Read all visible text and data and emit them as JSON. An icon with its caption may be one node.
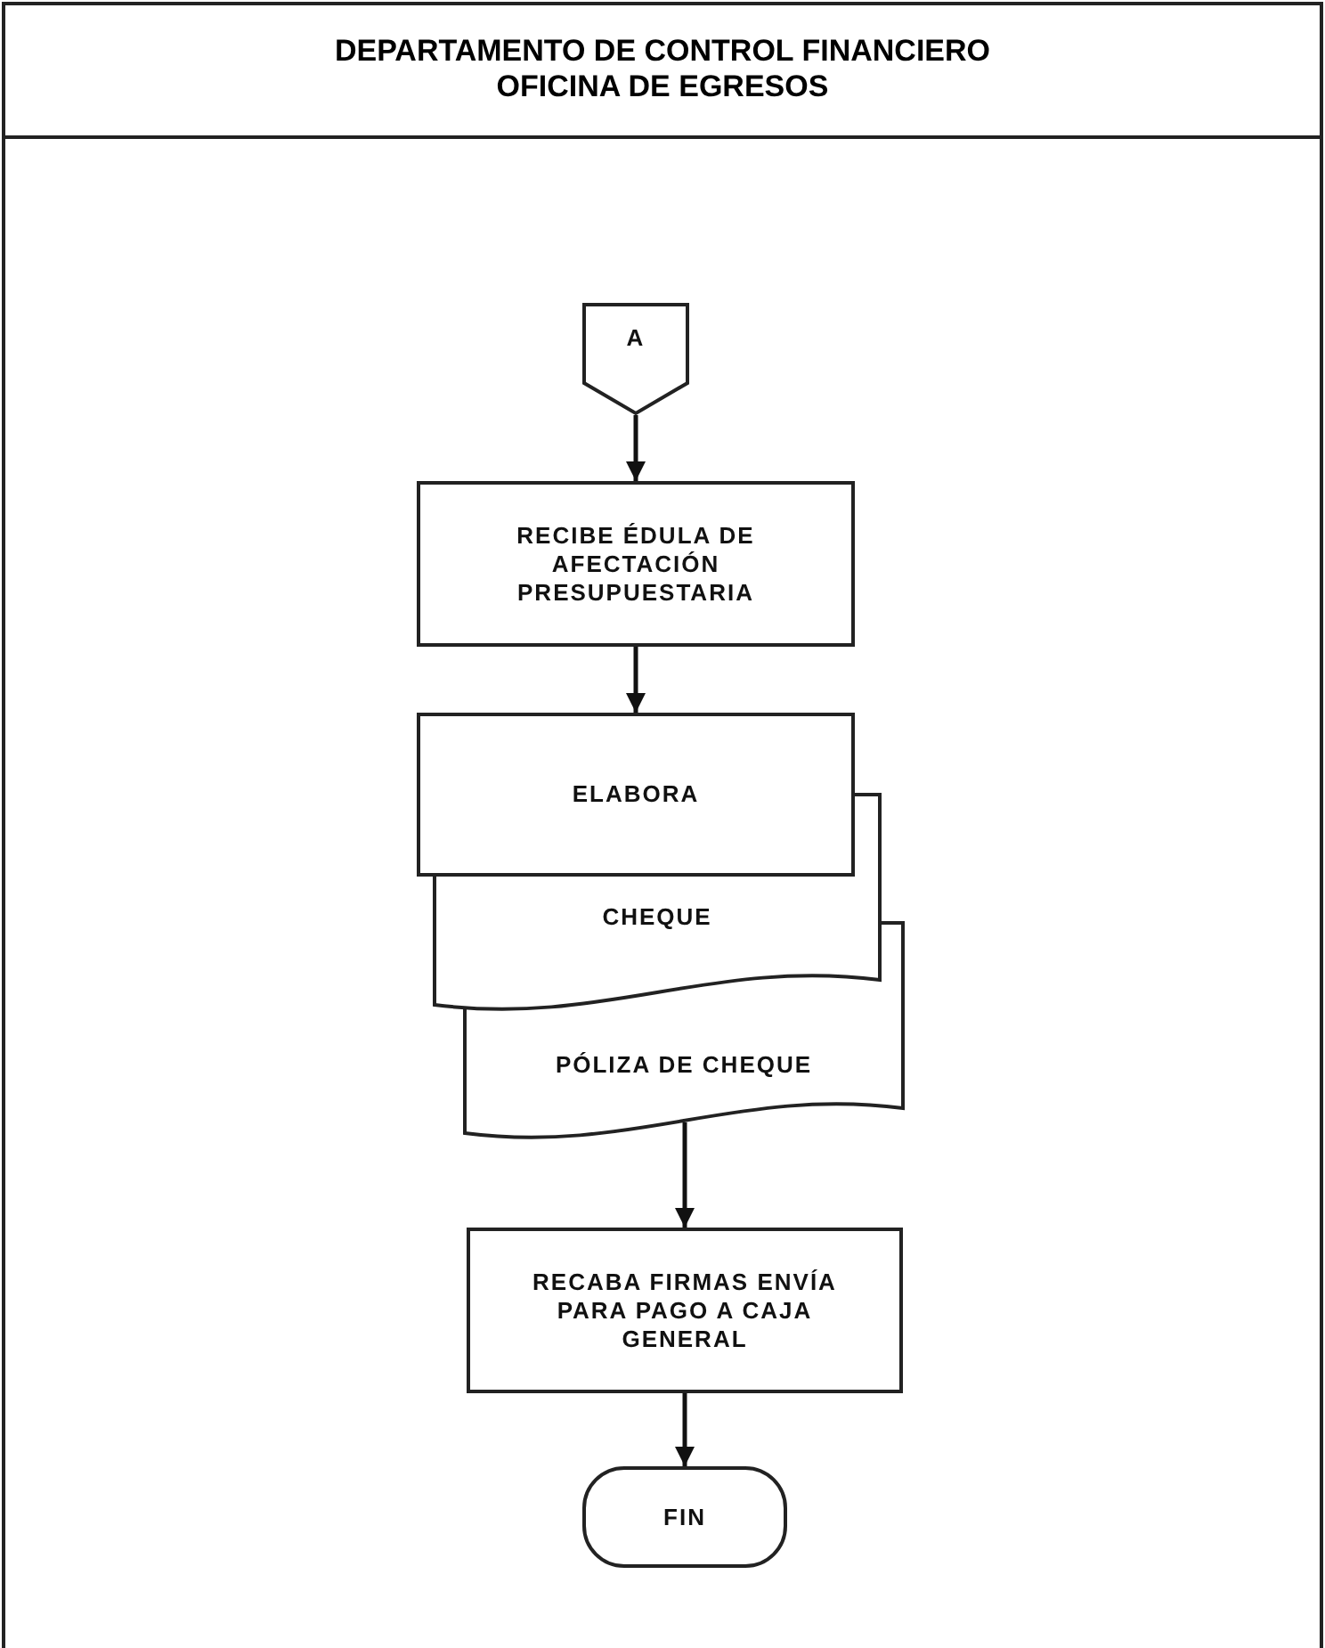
{
  "diagram": {
    "title": "DEPARTAMENTO DE CONTROL FINANCIERO OFICINA DE EGRESOS",
    "nodes": [
      {
        "text": [
          "A"
        ]
      },
      {
        "text": [
          "RECIBE ÉDULA DE AFECTACIÓN PRESUPUESTARIA"
        ]
      },
      {
        "text": [
          "ELABORA"
        ]
      },
      {
        "text": [
          "CHEQUE"
        ]
      },
      {
        "text": [
          "PÓLIZA DE CHEQUE"
        ]
      },
      {
        "text": [
          "RECABA FIRMAS ENVÍA PARA PAGO A CAJA GENERAL"
        ]
      },
      {
        "text": [
          "FIN"
        ]
      }
    ],
    "edges": [
      {
        "from": 0,
        "to": 1,
        "arrow": "to"
      },
      {
        "from": 1,
        "to": 2,
        "arrow": "to"
      },
      {
        "from": 4,
        "to": 5,
        "arrow": "to"
      },
      {
        "from": 5,
        "to": 6,
        "arrow": "to"
      }
    ]
  }
}
